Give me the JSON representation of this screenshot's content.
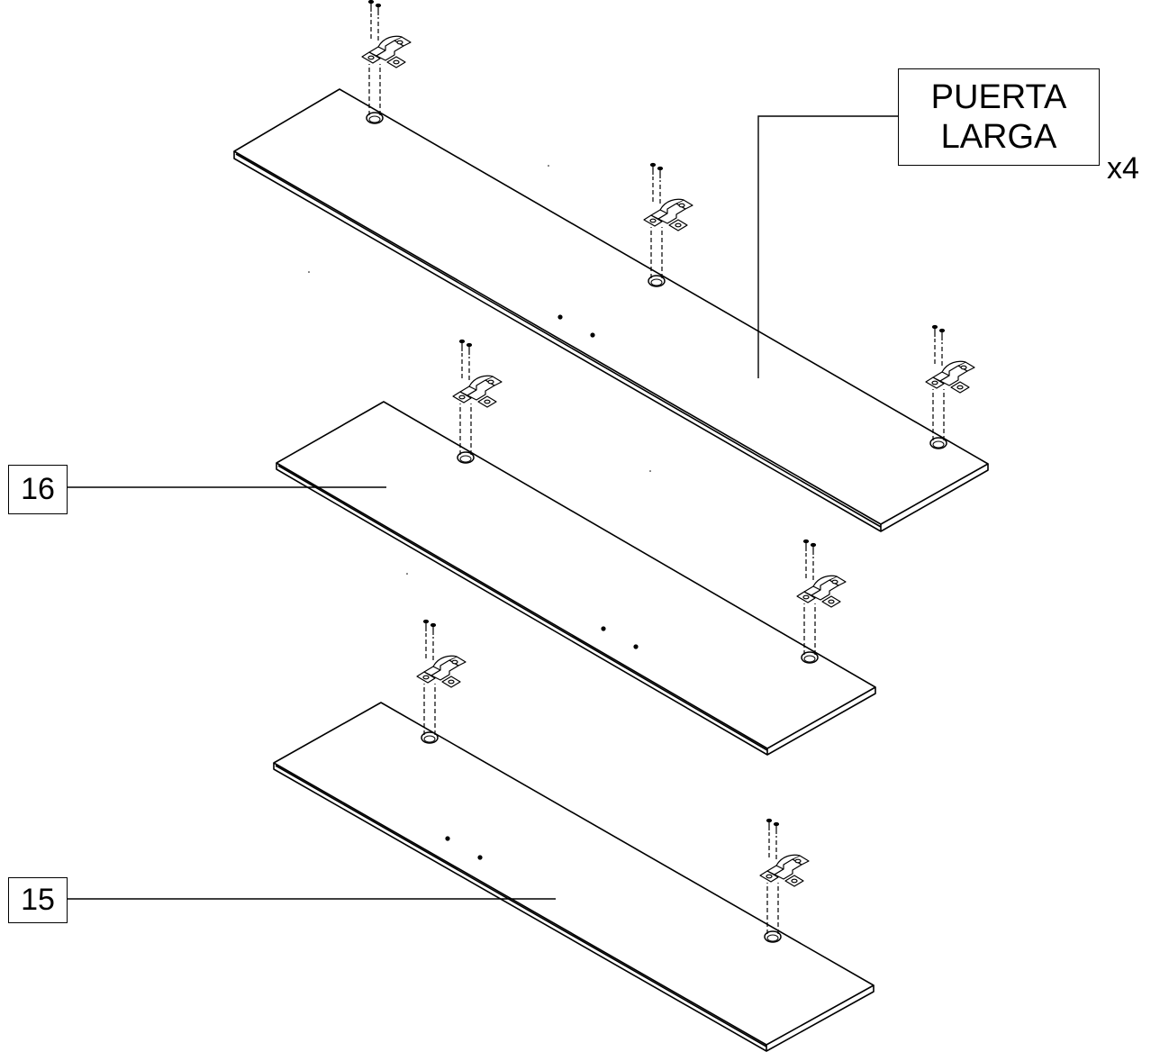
{
  "labels": {
    "main_part": {
      "line1": "PUERTA",
      "line2": "LARGA",
      "quantity": "x4"
    },
    "part_16": "16",
    "part_15": "15"
  },
  "colors": {
    "ink": "#000000",
    "paper": "#ffffff"
  },
  "icons": [
    "hinge-icon",
    "screw-icon",
    "dowel-hole-icon"
  ]
}
